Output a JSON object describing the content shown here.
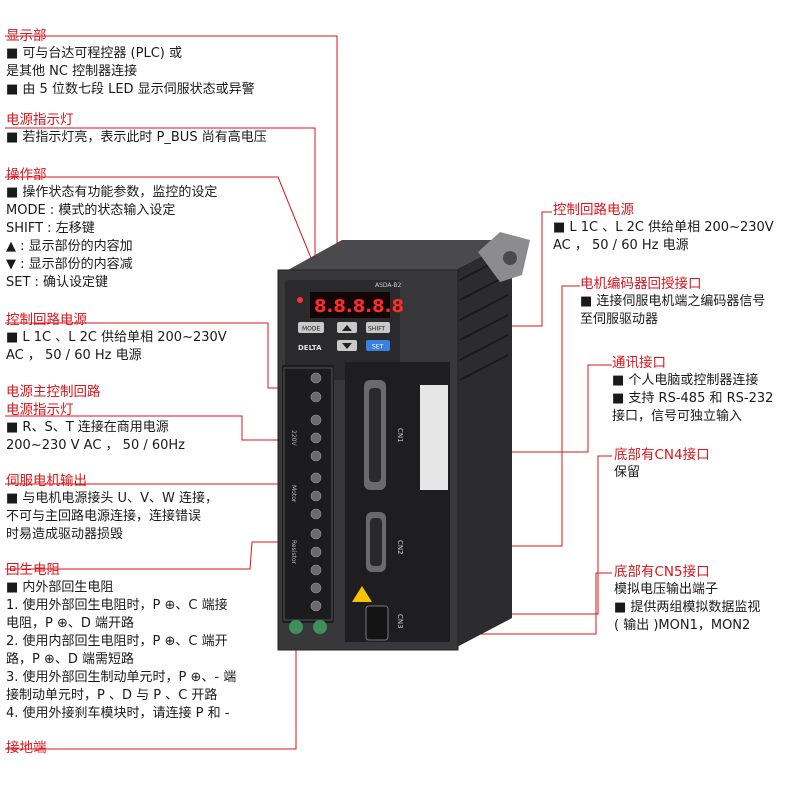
{
  "colors": {
    "accent": "#d9141b",
    "device_body": "#3a3a3c",
    "led": "#ff2a2a"
  },
  "device": {
    "display_digits": "8.8.8.8.8",
    "brand": "DELTA",
    "model": "ASDA-B2",
    "buttons": {
      "mode": "MODE",
      "shift": "SHIFT",
      "set": "SET",
      "up_icon": "triangle-up",
      "down_icon": "triangle-down"
    },
    "ports": {
      "cn1": "CN1",
      "cn2": "CN2",
      "cn3": "CN3"
    },
    "terminal_labels": {
      "power": "220V",
      "motor": "Motor",
      "regen": "Resistor"
    }
  },
  "left": [
    {
      "title": "显示部",
      "lines": [
        "■ 可与台达可程控器 (PLC) 或",
        "是其他 NC 控制器连接",
        "■ 由 5 位数七段 LED 显示伺服状态或异警"
      ]
    },
    {
      "title": "电源指示灯",
      "lines": [
        "■ 若指示灯亮，表示此时 P_BUS 尚有高电压"
      ]
    },
    {
      "title": "操作部",
      "lines": [
        "■ 操作状态有功能参数，监控的设定",
        "MODE : 模式的状态输入设定",
        "SHIFT : 左移键",
        "▲ : 显示部份的内容加",
        "▼ : 显示部份的内容减",
        "SET : 确认设定键"
      ]
    },
    {
      "title": "控制回路电源",
      "lines": [
        "■ L 1C 、L 2C 供给单相 200~230V",
        "AC ，  50 / 60 Hz 电源"
      ]
    },
    {
      "title": "电源主控制回路",
      "lines": []
    },
    {
      "title": "电源指示灯",
      "lines": [
        "■ R、S、T 连接在商用电源",
        "200~230 V AC ，  50 / 60Hz"
      ]
    },
    {
      "title": "伺服电机输出",
      "lines": [
        "■ 与电机电源接头 U、V、W 连接，",
        "不可与主回路电源连接，连接错误",
        "时易造成驱动器损毁"
      ]
    },
    {
      "title": "回生电阻",
      "lines": [
        "■ 内外部回生电阻",
        "1. 使用外部回生电阻时，P ⊕、C 端接",
        "电阻，P ⊕、D 端开路",
        "2. 使用内部回生电阻时，P ⊕、C 端开",
        "路，P ⊕、D 端需短路",
        "3. 使用外部回生制动单元时，P ⊕、- 端",
        "接制动单元时，P 、D 与 P 、C 开路",
        "4. 使用外接刹车模块时，请连接 P 和 -"
      ]
    },
    {
      "title": "接地端",
      "lines": []
    }
  ],
  "right": [
    {
      "title": "控制回路电源",
      "lines": [
        "■ L 1C 、L 2C 供给单相 200~230V",
        "AC ，  50 / 60 Hz 电源"
      ]
    },
    {
      "title": "电机编码器回授接口",
      "lines": [
        "■ 连接伺服电机端之编码器信号",
        "至伺服驱动器"
      ]
    },
    {
      "title": "通讯接口",
      "lines": [
        "■ 个人电脑或控制器连接",
        "■ 支持 RS-485 和 RS-232",
        "接口，信号可独立输入"
      ]
    },
    {
      "title": "底部有CN4接口",
      "lines": [
        "保留"
      ]
    },
    {
      "title": "底部有CN5接口",
      "lines": [
        "模拟电压输出端子",
        "■ 提供两组模拟数据监视",
        "( 输出 )MON1，MON2"
      ]
    }
  ]
}
